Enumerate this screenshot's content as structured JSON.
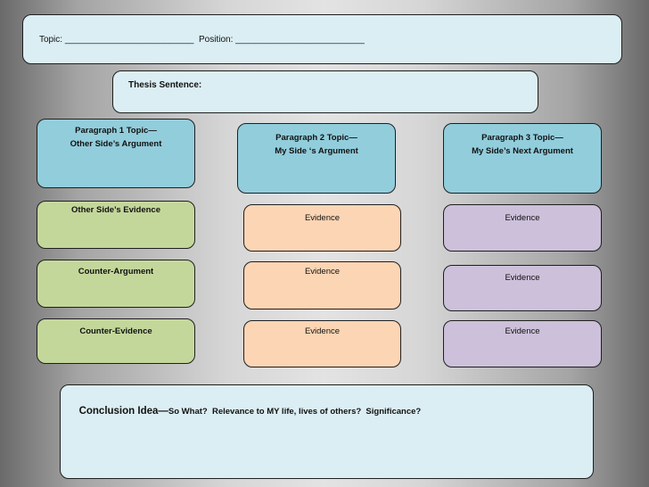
{
  "header": {
    "topic_label": "Topic: ",
    "topic_blank": "__________________________",
    "position_label": "  Position: ",
    "position_blank": "__________________________"
  },
  "thesis": {
    "label": "Thesis Sentence:"
  },
  "columns": [
    {
      "topic_line1": "Paragraph 1 Topic—",
      "topic_line2": "Other Side’s Argument",
      "items": [
        "Other Side’s Evidence",
        "Counter-Argument",
        "Counter-Evidence"
      ]
    },
    {
      "topic_line1": "Paragraph 2 Topic—",
      "topic_line2": "My Side ‘s Argument",
      "items": [
        "Evidence",
        "Evidence",
        "Evidence"
      ]
    },
    {
      "topic_line1": "Paragraph 3 Topic—",
      "topic_line2": "My Side’s Next Argument",
      "items": [
        "Evidence",
        "Evidence",
        "Evidence"
      ]
    }
  ],
  "conclusion": {
    "label": "Conclusion Idea",
    "dash": "—",
    "prompt": "So What?  Relevance to MY life, lives of others?  Significance?"
  },
  "colors": {
    "topic_box": "#92cddc",
    "column1": "#c4d79b",
    "column2": "#fcd5b4",
    "column3": "#ccc0da",
    "header_box": "#dbeef3"
  }
}
